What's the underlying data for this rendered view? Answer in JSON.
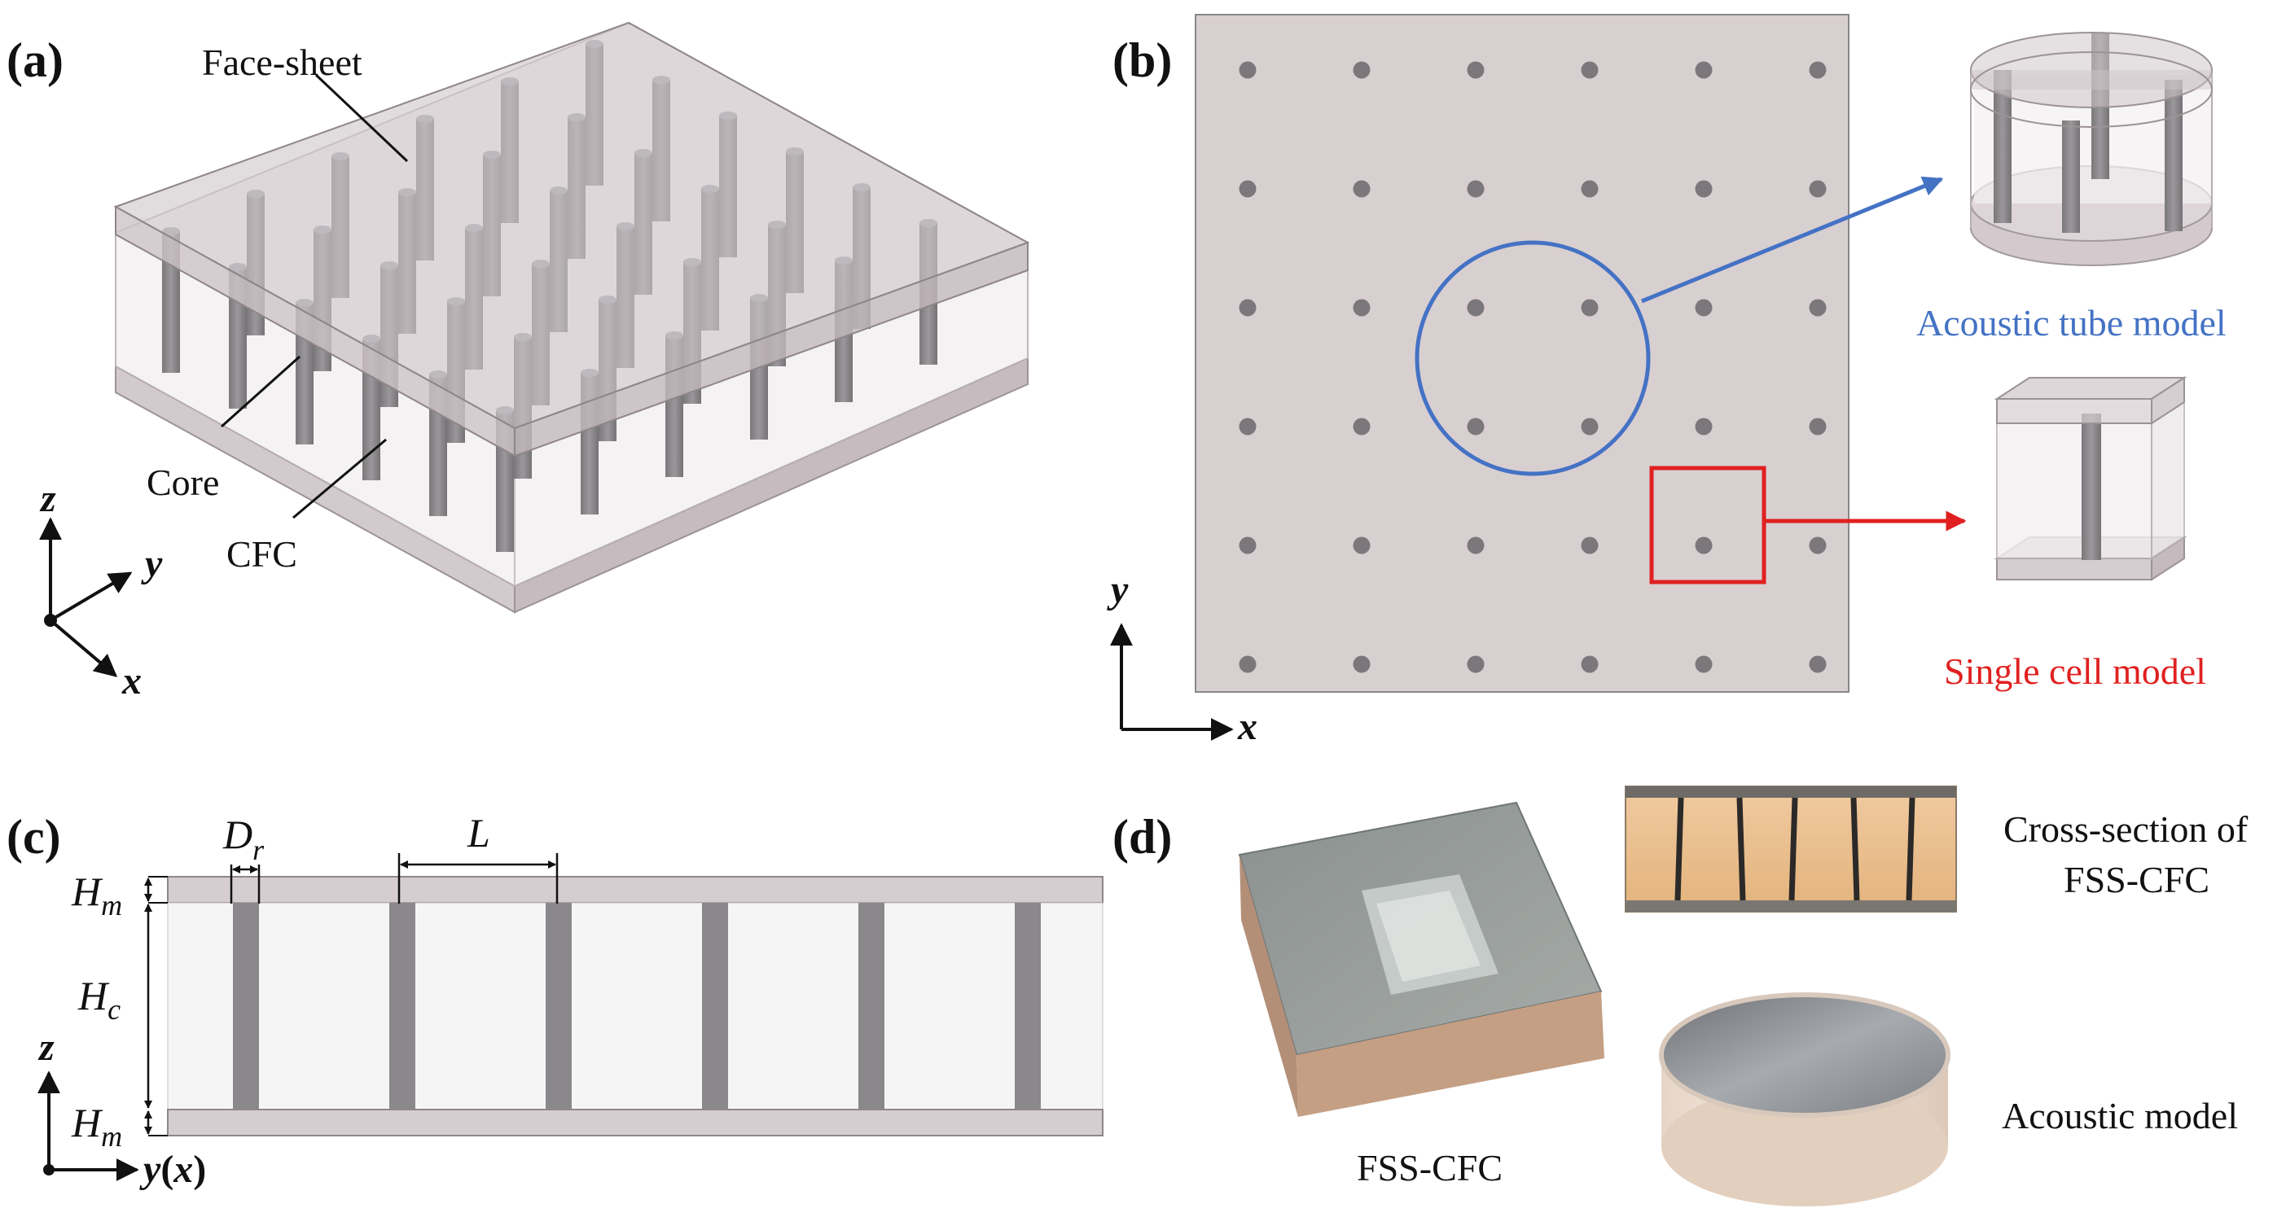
{
  "colors": {
    "face_sheet": "#d8cfd1",
    "face_sheet_edge": "#9c9396",
    "core": "#f4f2f3",
    "rod": "#8c8a8c",
    "rod_dark": "#6f6d70",
    "plate": "#d6cdd0",
    "blue_accent": "#4472c4",
    "red_accent": "#e02020",
    "foam": "#e9c089"
  },
  "panel_a": {
    "label": "(a)",
    "face_sheet": "Face-sheet",
    "core": "Core",
    "cfc": "CFC",
    "axis_z": "z",
    "axis_y": "y",
    "axis_x": "x"
  },
  "panel_b": {
    "label": "(b)",
    "grid_rows": 6,
    "grid_cols": 6,
    "acoustic_tube_model": "Acoustic tube model",
    "single_cell_model": "Single cell model",
    "axis_y": "y",
    "axis_x": "x"
  },
  "panel_c": {
    "label": "(c)",
    "dim_dr": "D",
    "dim_dr_sub": "r",
    "dim_l": "L",
    "dim_hm_top": "H",
    "dim_hm_top_sub": "m",
    "dim_hc": "H",
    "dim_hc_sub": "c",
    "dim_hm_bottom": "H",
    "dim_hm_bottom_sub": "m",
    "axis_z": "z",
    "axis_yx_y": "y",
    "axis_yx_paren_open": "(",
    "axis_yx_x": "x",
    "axis_yx_paren_close": ")"
  },
  "panel_d": {
    "label": "(d)",
    "cross_section_line1": "Cross-section of",
    "cross_section_line2": "FSS-CFC",
    "fss_cfc": "FSS-CFC",
    "acoustic_model": "Acoustic model"
  }
}
